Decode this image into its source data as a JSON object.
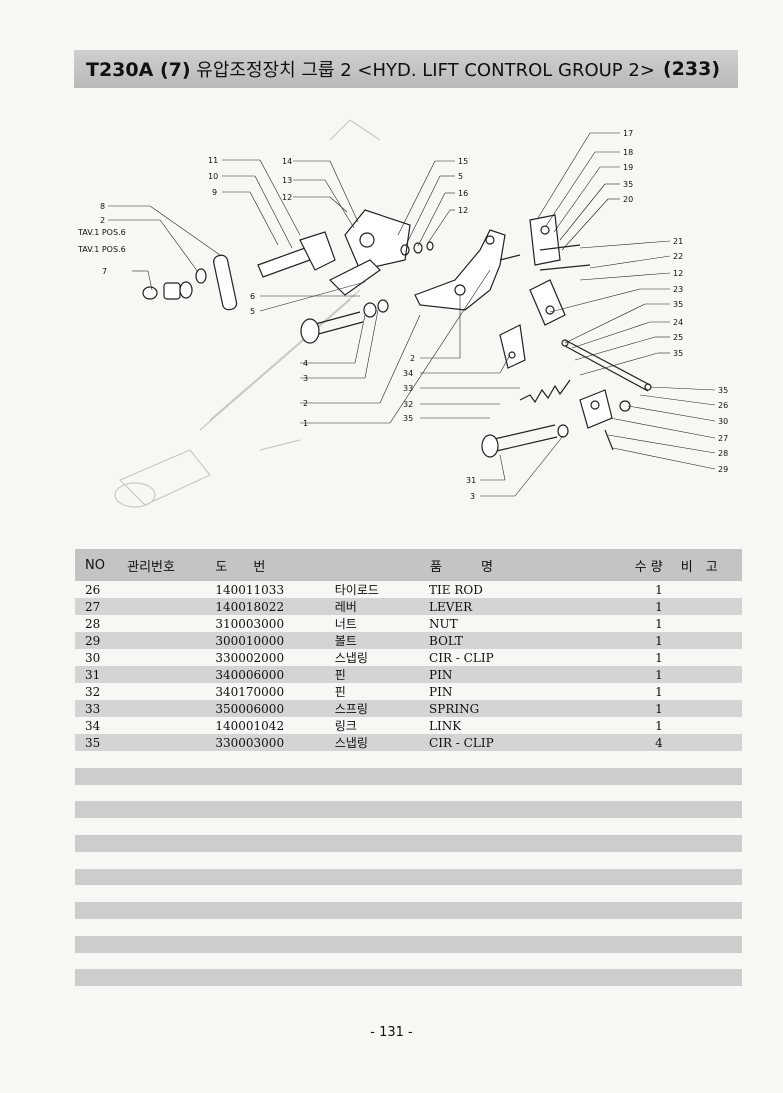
{
  "header": {
    "code": "T230A (7)",
    "title": "유압조정장치 그룹 2 <HYD. LIFT CONTROL GROUP 2>",
    "page_ref": "(233)"
  },
  "diagram": {
    "left_labels": [
      "11",
      "10",
      "9",
      "8",
      "2",
      "TAV.1 POS.6",
      "TAV.1 POS.6",
      "7",
      "6",
      "5",
      "4",
      "3",
      "2",
      "1"
    ],
    "middle_labels": [
      "14",
      "13",
      "12",
      "15",
      "5",
      "16",
      "12",
      "2",
      "34",
      "33",
      "32",
      "35",
      "31",
      "3"
    ],
    "right_labels": [
      "17",
      "18",
      "19",
      "35",
      "20",
      "21",
      "22",
      "12",
      "23",
      "35",
      "24",
      "25",
      "35",
      "35",
      "26",
      "30",
      "27",
      "28",
      "29"
    ]
  },
  "table": {
    "headers": {
      "no": "NO",
      "mgmt": "관리번호",
      "drawing": "도　　번",
      "name": "품　　　명",
      "qty": "수 량",
      "note": "비　고"
    },
    "rows": [
      {
        "no": "26",
        "drawing": "140011033",
        "kor": "타이로드",
        "eng": "TIE ROD",
        "qty": "1"
      },
      {
        "no": "27",
        "drawing": "140018022",
        "kor": "레버",
        "eng": "LEVER",
        "qty": "1"
      },
      {
        "no": "28",
        "drawing": "310003000",
        "kor": "너트",
        "eng": "NUT",
        "qty": "1"
      },
      {
        "no": "29",
        "drawing": "300010000",
        "kor": "볼트",
        "eng": "BOLT",
        "qty": "1"
      },
      {
        "no": "30",
        "drawing": "330002000",
        "kor": "스냅링",
        "eng": "CIR - CLIP",
        "qty": "1"
      },
      {
        "no": "31",
        "drawing": "340006000",
        "kor": "핀",
        "eng": "PIN",
        "qty": "1"
      },
      {
        "no": "32",
        "drawing": "340170000",
        "kor": "핀",
        "eng": "PIN",
        "qty": "1"
      },
      {
        "no": "33",
        "drawing": "350006000",
        "kor": "스프링",
        "eng": "SPRING",
        "qty": "1"
      },
      {
        "no": "34",
        "drawing": "140001042",
        "kor": "링크",
        "eng": "LINK",
        "qty": "1"
      },
      {
        "no": "35",
        "drawing": "330003000",
        "kor": "스냅링",
        "eng": "CIR - CLIP",
        "qty": "4"
      }
    ]
  },
  "footer": {
    "page_number": "- 131 -"
  },
  "colors": {
    "header_bg": "#c0c0c0",
    "row_shade": "#d4d4d4",
    "page_bg": "#f7f7f4"
  }
}
